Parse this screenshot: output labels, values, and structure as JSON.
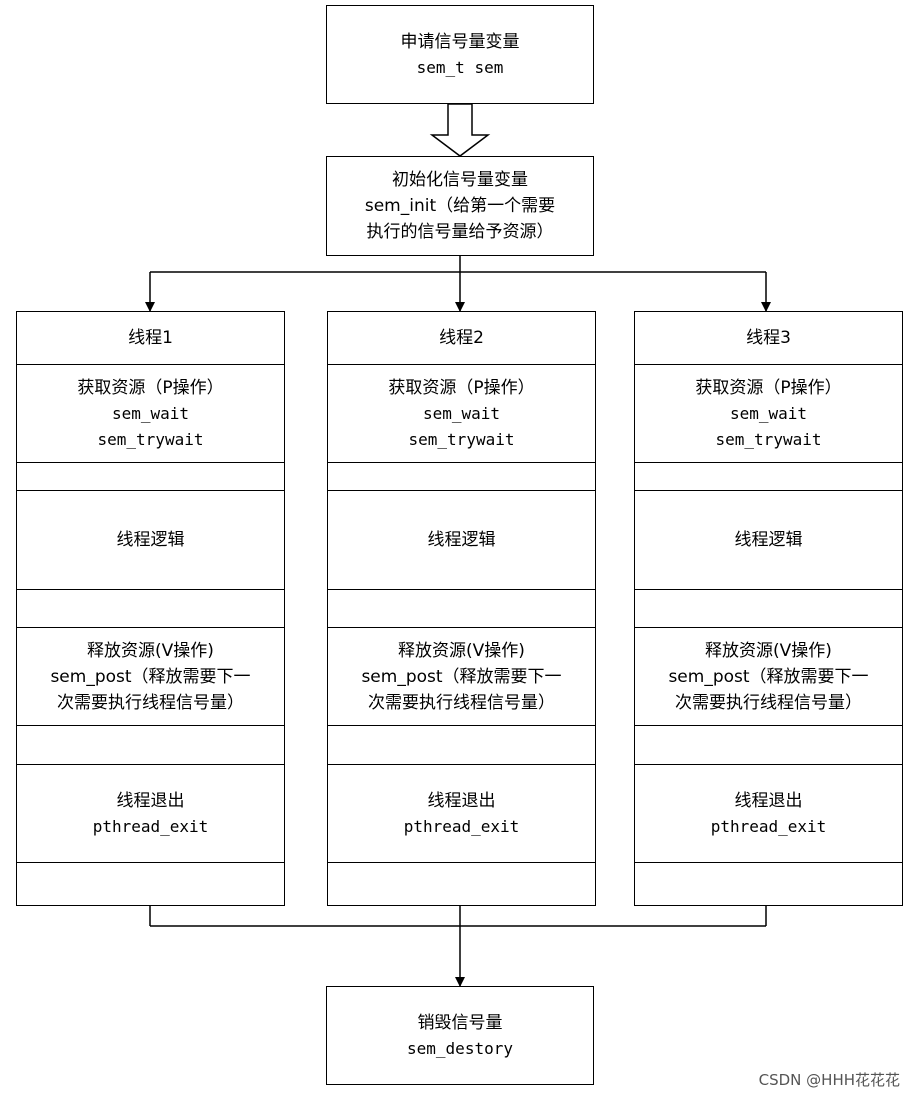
{
  "top_box": {
    "title": "申请信号量变量",
    "code": "sem_t sem"
  },
  "init_box": {
    "line1": "初始化信号量变量",
    "line2": "sem_init（给第一个需要",
    "line3": "执行的信号量给予资源）"
  },
  "threads": [
    {
      "header": "线程1",
      "acquire": {
        "title": "获取资源（P操作）",
        "code1": "sem_wait",
        "code2": "sem_trywait"
      },
      "logic": "线程逻辑",
      "release": {
        "title": "释放资源(V操作)",
        "line2": "sem_post（释放需要下一",
        "line3": "次需要执行线程信号量）"
      },
      "exit": {
        "title": "线程退出",
        "code": "pthread_exit"
      }
    },
    {
      "header": "线程2",
      "acquire": {
        "title": "获取资源（P操作）",
        "code1": "sem_wait",
        "code2": "sem_trywait"
      },
      "logic": "线程逻辑",
      "release": {
        "title": "释放资源(V操作)",
        "line2": "sem_post（释放需要下一",
        "line3": "次需要执行线程信号量）"
      },
      "exit": {
        "title": "线程退出",
        "code": "pthread_exit"
      }
    },
    {
      "header": "线程3",
      "acquire": {
        "title": "获取资源（P操作）",
        "code1": "sem_wait",
        "code2": "sem_trywait"
      },
      "logic": "线程逻辑",
      "release": {
        "title": "释放资源(V操作)",
        "line2": "sem_post（释放需要下一",
        "line3": "次需要执行线程信号量）"
      },
      "exit": {
        "title": "线程退出",
        "code": "pthread_exit"
      }
    }
  ],
  "destroy_box": {
    "title": "销毁信号量",
    "code": "sem_destory"
  },
  "watermark": "CSDN @HHH花花花"
}
